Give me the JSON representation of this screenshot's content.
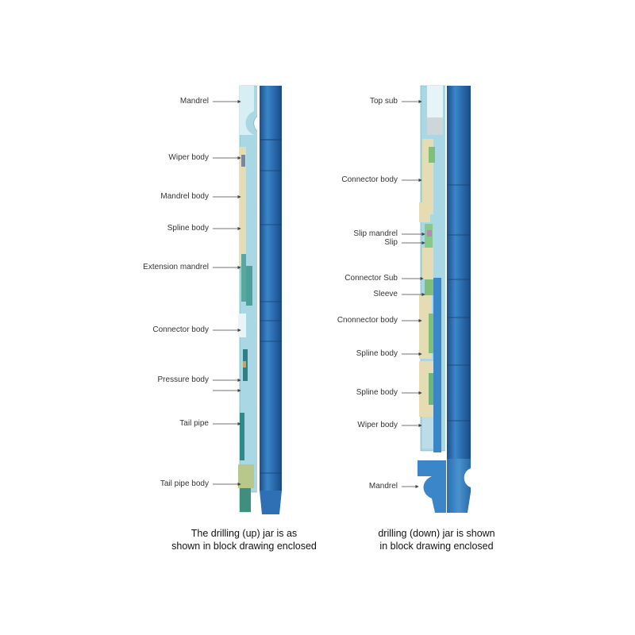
{
  "left_tool": {
    "labels": [
      "Mandrel",
      "Wiper body",
      "Mandrel body",
      "Spline body",
      "Extension mandrel",
      "Connector body",
      "Pressure body",
      "Tail pipe",
      "Tail pipe body"
    ],
    "caption": [
      "The drilling (up) jar is as",
      "shown in block drawing enclosed"
    ]
  },
  "right_tool": {
    "labels": [
      "Top sub",
      "Connector body",
      "Slip mandrel",
      "Slip",
      "Connector Sub",
      "Sleeve",
      "Cnonnector body",
      "Spline body",
      "Spline body",
      "Wiper body",
      "Mandrel"
    ],
    "caption": [
      "drilling (down) jar is shown",
      "in block drawing enclosed"
    ]
  },
  "colors": {
    "pipe_blue": "#2f6fb3",
    "mandrel_light": "#a9d8e4",
    "spline_tan": "#e6dcb4",
    "green": "#7fbf7a",
    "arrow": "#444444"
  }
}
